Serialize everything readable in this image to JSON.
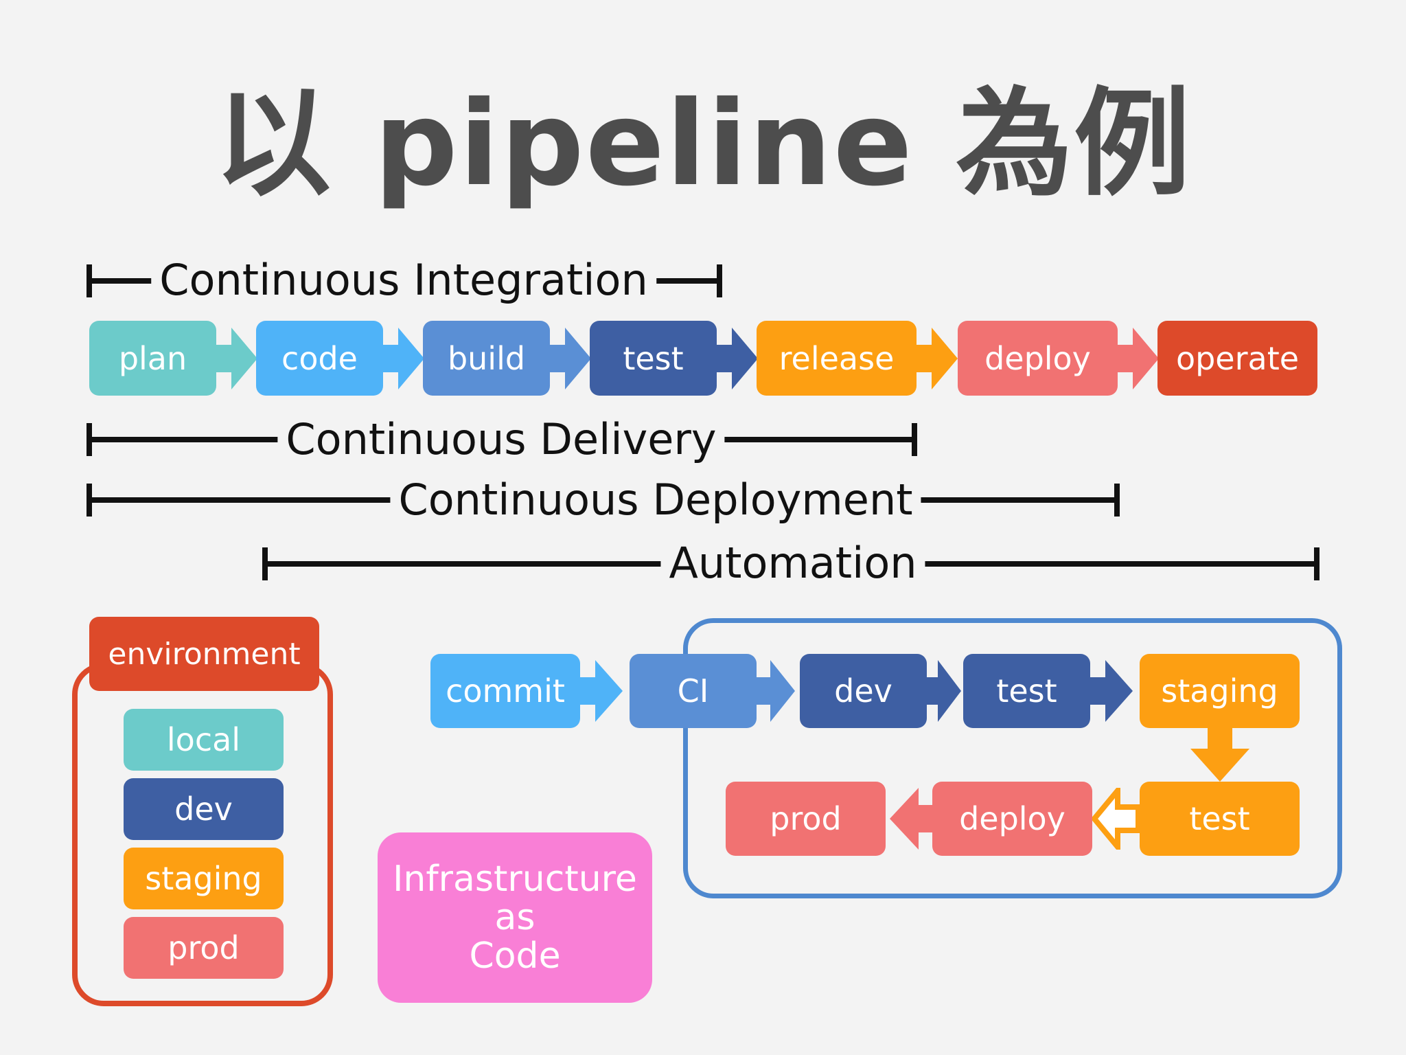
{
  "title": "以 pipeline 為例",
  "pipeline": [
    {
      "label": "plan",
      "color": "#6ccbca"
    },
    {
      "label": "code",
      "color": "#4fb3f8"
    },
    {
      "label": "build",
      "color": "#5a8fd5"
    },
    {
      "label": "test",
      "color": "#3e5fa3"
    },
    {
      "label": "release",
      "color": "#fd9f12"
    },
    {
      "label": "deploy",
      "color": "#f17272"
    },
    {
      "label": "operate",
      "color": "#dd4a2a"
    }
  ],
  "spans": {
    "ci": "Continuous Integration",
    "delivery": "Continuous Delivery",
    "deployment": "Continuous Deployment",
    "automation": "Automation"
  },
  "environment": {
    "header": "environment",
    "items": [
      {
        "label": "local",
        "color": "#6ccbca"
      },
      {
        "label": "dev",
        "color": "#3e5fa3"
      },
      {
        "label": "staging",
        "color": "#fd9f12"
      },
      {
        "label": "prod",
        "color": "#f17272"
      }
    ],
    "header_color": "#dd4a2a"
  },
  "iac": {
    "line1": "Infrastructure",
    "line2": "as",
    "line3": "Code"
  },
  "flow": {
    "commit": "commit",
    "ci": "CI",
    "dev": "dev",
    "test": "test",
    "staging": "staging",
    "test2": "test",
    "deploy": "deploy",
    "prod": "prod"
  }
}
